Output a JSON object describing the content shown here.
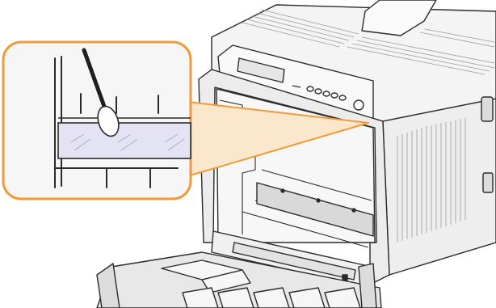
{
  "figure": {
    "kind": "technical-illustration",
    "subject": "printer-front-cover-open",
    "callout": "magnified-view-cleaning-strip-with-swab"
  },
  "colors": {
    "outline": "#2b2b2b",
    "body_fill": "#f4f4f4",
    "body_shade": "#d9d9d9",
    "vent": "#9a9a9a",
    "callout_border": "#f29a3a",
    "callout_fill": "#fbe7cc",
    "glass_strip": "#e3e3f4",
    "swab_tip": "#ffffff"
  }
}
